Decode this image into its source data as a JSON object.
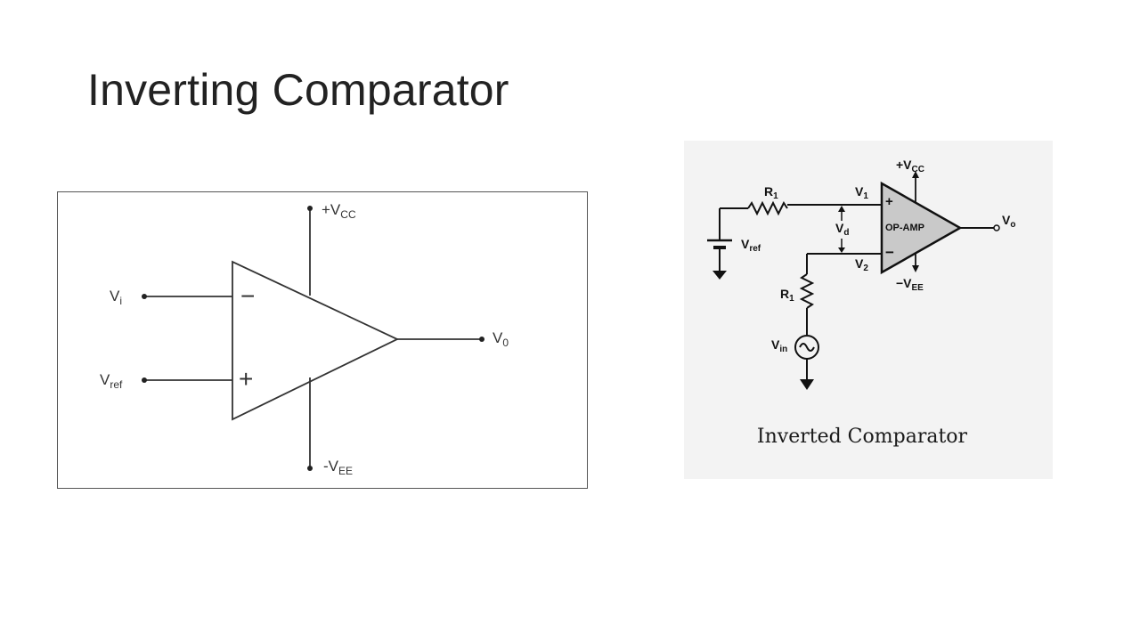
{
  "slide": {
    "title": "Inverting Comparator"
  },
  "left_diagram": {
    "input_label": "V",
    "input_sub": "i",
    "ref_label": "V",
    "ref_sub": "ref",
    "vcc_label": "+V",
    "vcc_sub": "CC",
    "vee_label": "-V",
    "vee_sub": "EE",
    "output_label": "V",
    "output_sub": "0",
    "minus_sign": "−",
    "plus_sign": "+"
  },
  "right_diagram": {
    "r1_top": "R",
    "r1_top_sub": "1",
    "v1": "V",
    "v1_sub": "1",
    "v2": "V",
    "v2_sub": "2",
    "vd": "V",
    "vd_sub": "d",
    "vref": "V",
    "vref_sub": "ref",
    "r1_bottom": "R",
    "r1_bottom_sub": "1",
    "vin": "V",
    "vin_sub": "in",
    "vcc": "+V",
    "vcc_sub": "CC",
    "vee": "−V",
    "vee_sub": "EE",
    "vo": "V",
    "vo_sub": "o",
    "opamp": "OP-AMP",
    "plus": "+",
    "minus": "−",
    "caption": "Inverted Comparator"
  }
}
